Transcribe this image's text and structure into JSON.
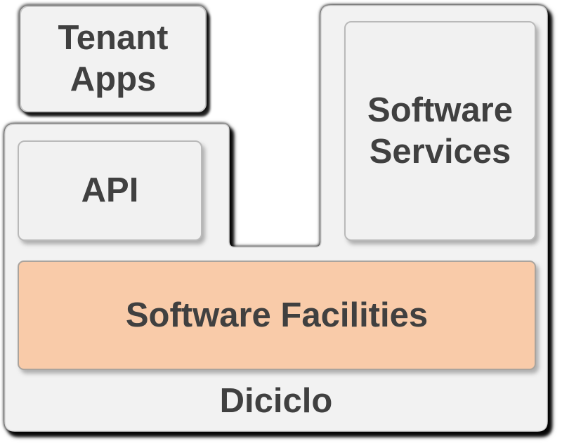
{
  "diagram": {
    "platform_label": "Diciclo",
    "boxes": {
      "tenant_apps_label": "Tenant Apps",
      "api_label": "API",
      "software_services_label": "Software Services",
      "software_facilities_label": "Software Facilities"
    },
    "colors": {
      "shape_fill": "#f2f2f2",
      "facilities_fill": "#f9cba9",
      "label_text": "#404040",
      "box_border": "#b9b9b9",
      "outer_shadow": "#000000"
    }
  }
}
